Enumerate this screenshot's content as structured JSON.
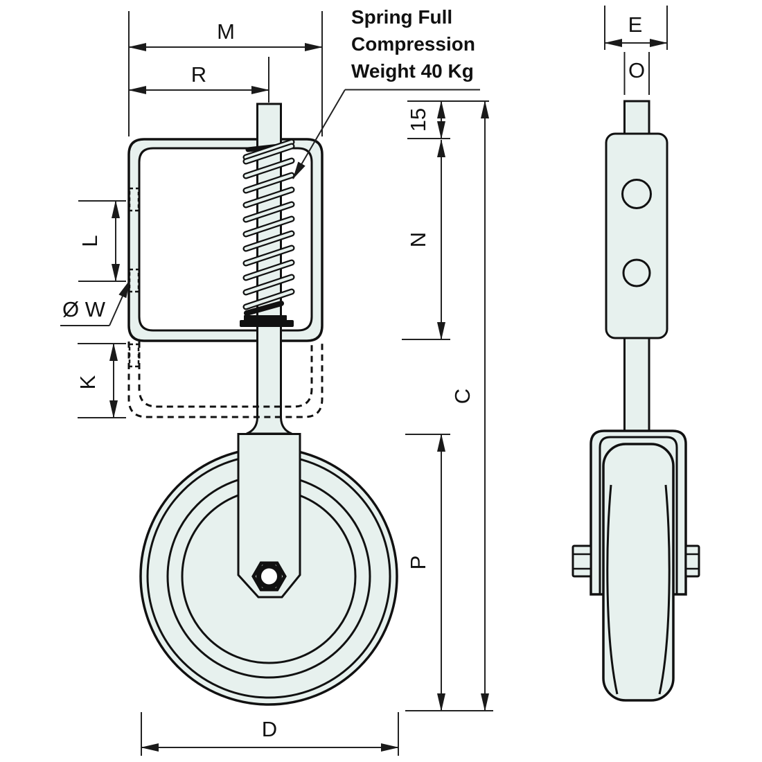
{
  "annotation": {
    "line1": "Spring Full",
    "line2": "Compression",
    "line3": "Weight 40 Kg"
  },
  "dims": {
    "m": "M",
    "r": "R",
    "l": "L",
    "w": "Ø W",
    "k": "K",
    "d": "D",
    "fifteen": "15",
    "n": "N",
    "c": "C",
    "p": "P",
    "e": "E",
    "o": "O"
  },
  "colors": {
    "part_fill": "#e7f1ee",
    "outline": "#111111",
    "dim_line": "#222222",
    "background": "#ffffff"
  }
}
